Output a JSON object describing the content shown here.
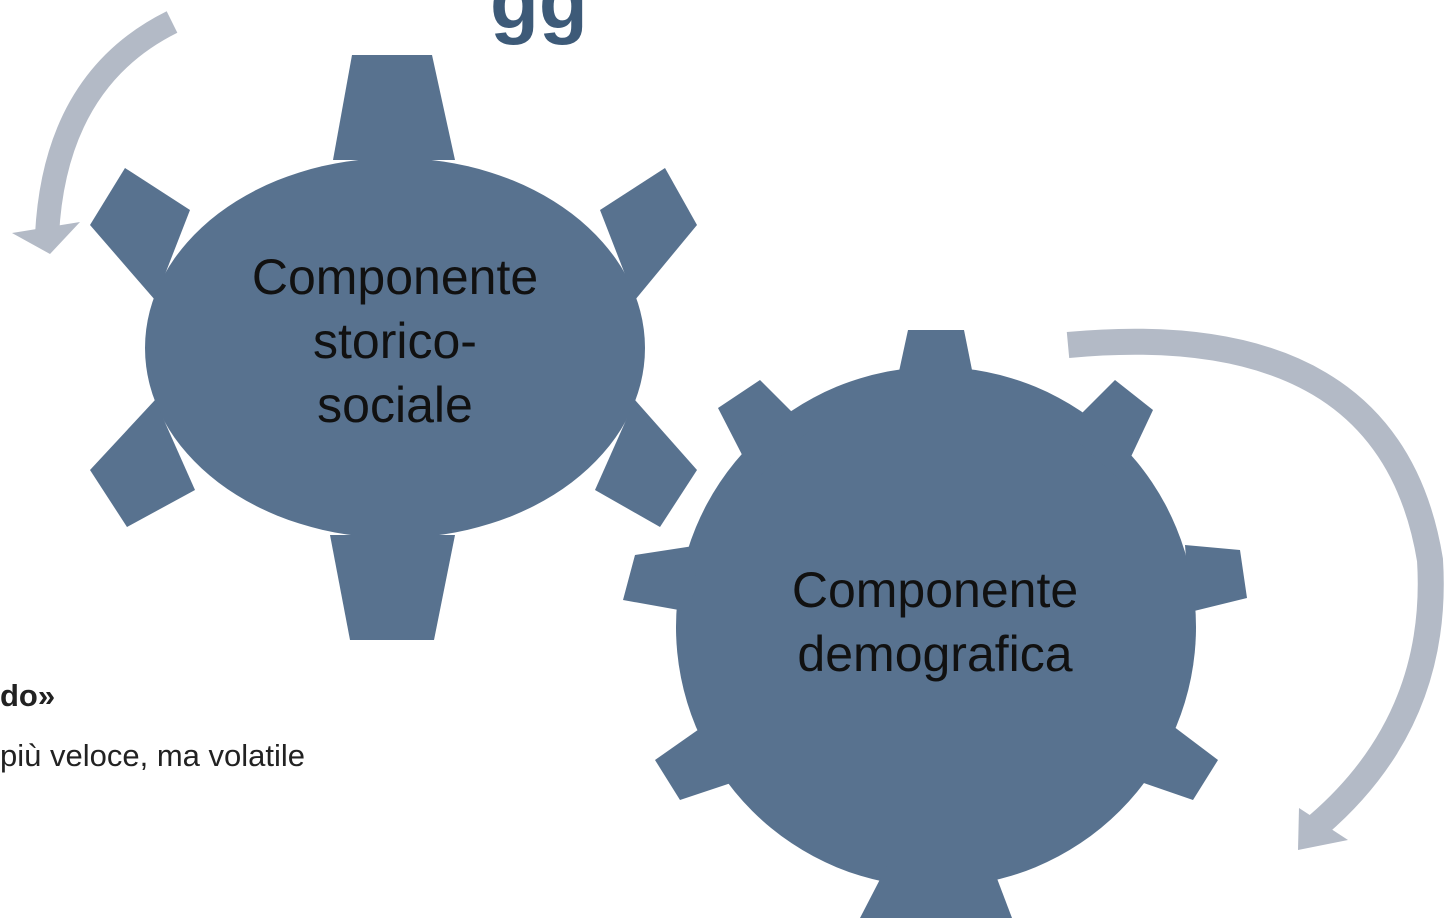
{
  "colors": {
    "gear": "#58728f",
    "arrow": "#b3bac6",
    "text": "#111111",
    "title": "#3d5a78"
  },
  "title_fragment": "gg",
  "gears": [
    {
      "line1": "Componente",
      "line2": "storico-",
      "line3": "sociale"
    },
    {
      "line1": "Componente",
      "line2": "demografica"
    }
  ],
  "side_text": {
    "bold_fragment": "do»",
    "line_fragment": "più veloce, ma volatile"
  },
  "icons": [
    "gear-icon",
    "curved-arrow-icon"
  ]
}
